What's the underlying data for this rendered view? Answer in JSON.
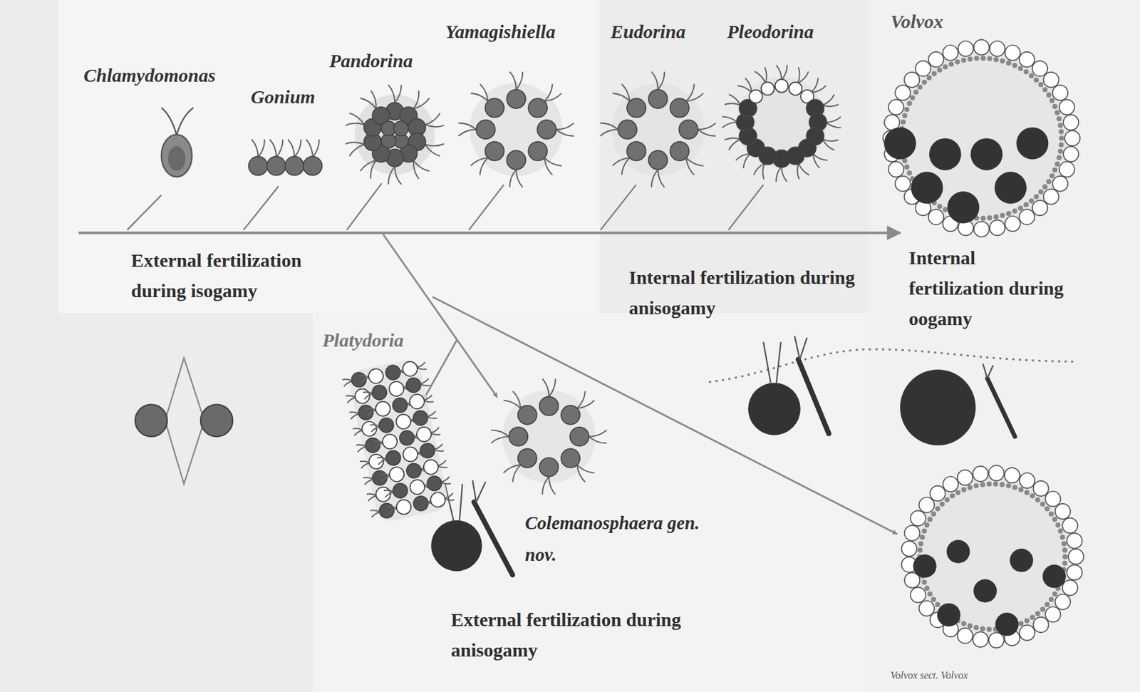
{
  "diagram": {
    "labels": [
      "Chlamydomonas",
      "Gonium",
      "Pandorina",
      "Yamagishiella",
      "Eudorina",
      "Pleodorina",
      "Volvox",
      "External fertilization during isogamy",
      "Internal fertilization during anisogamy",
      "Internal fertilization during oogamy",
      "Platydoria",
      "Colemanosphaera gen. nov.",
      "External fertilization during anisogamy",
      "Volvox sect. Volvox"
    ]
  }
}
